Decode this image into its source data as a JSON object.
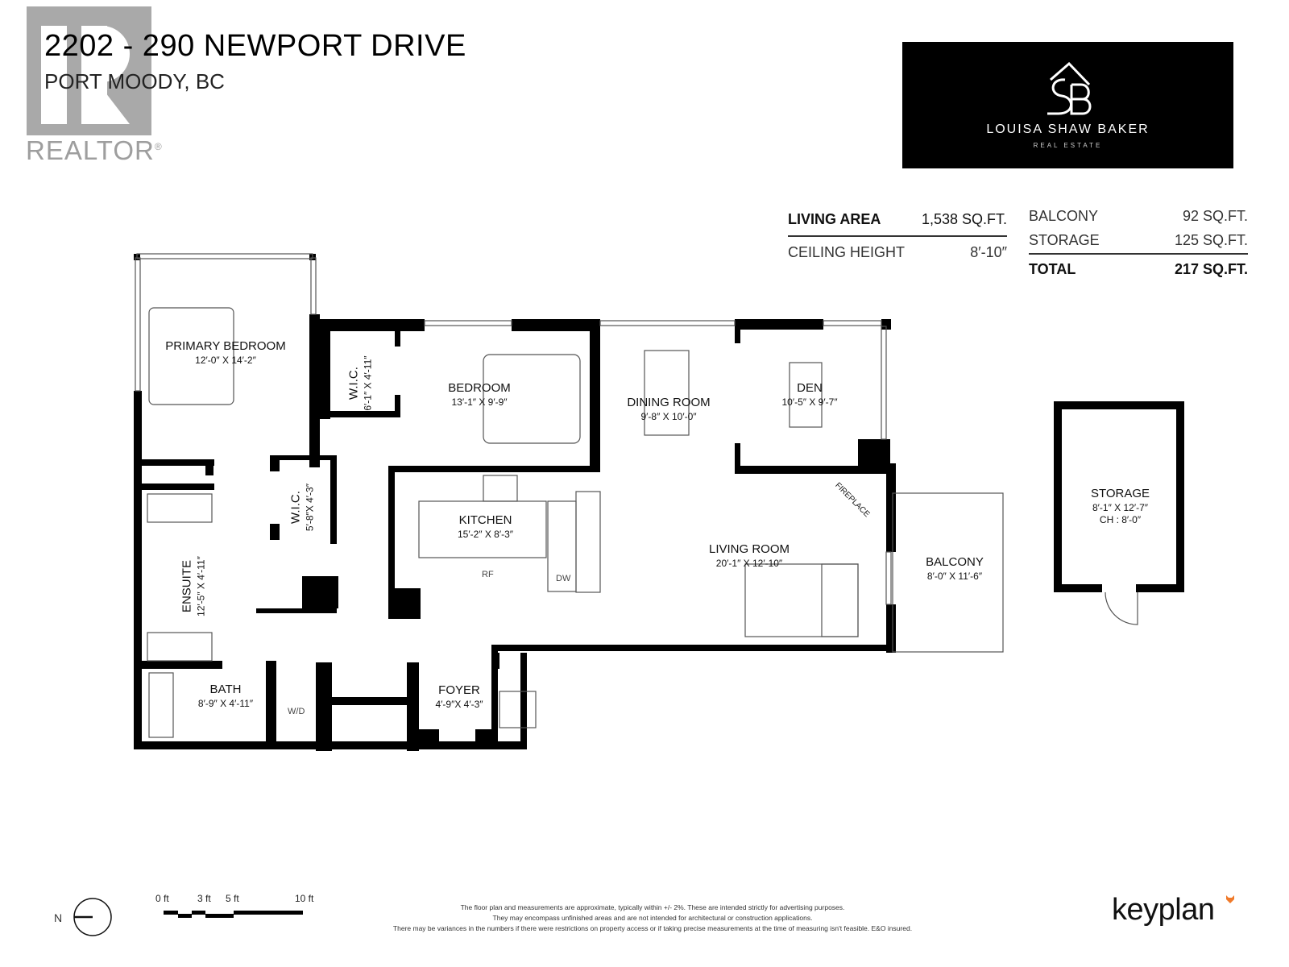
{
  "header": {
    "address": "2202 - 290 NEWPORT DRIVE",
    "city": "PORT MOODY, BC"
  },
  "realtor_logo": {
    "label": "REALTOR",
    "mark": "®",
    "color": "#a9a9a9"
  },
  "brand": {
    "monogram": "SB",
    "name": "LOUISA SHAW BAKER",
    "tagline": "REAL ESTATE",
    "background": "#000000"
  },
  "area_summary": {
    "living_area": {
      "label": "LIVING AREA",
      "value": "1,538 SQ.FT."
    },
    "ceiling_height": {
      "label": "CEILING HEIGHT",
      "value": "8′-10″"
    },
    "balcony": {
      "label": "BALCONY",
      "value": "92 SQ.FT."
    },
    "storage": {
      "label": "STORAGE",
      "value": "125 SQ.FT."
    },
    "total": {
      "label": "TOTAL",
      "value": "217 SQ.FT."
    }
  },
  "rooms": [
    {
      "name": "PRIMARY BEDROOM",
      "dims": "12′-0″  X  14′-2″"
    },
    {
      "name": "W.I.C.",
      "dims": "6′-1″ X 4′-11″"
    },
    {
      "name": "BEDROOM",
      "dims": "13′-1″  X  9′-9″"
    },
    {
      "name": "DINING ROOM",
      "dims": "9′-8″  X  10′-0″"
    },
    {
      "name": "DEN",
      "dims": "10′-5″  X  9′-7″"
    },
    {
      "name": "W.I.C.",
      "dims": "5′-8″X 4′-3″"
    },
    {
      "name": "KITCHEN",
      "dims": "15′-2″  X  8′-3″"
    },
    {
      "name": "LIVING ROOM",
      "dims": "20′-1″  X  12′-10″"
    },
    {
      "name": "ENSUITE",
      "dims": "12′-5″  X  4′-11″"
    },
    {
      "name": "BALCONY",
      "dims": "8′-0″  X  11′-6″"
    },
    {
      "name": "BATH",
      "dims": "8′-9″ X 4′-11″"
    },
    {
      "name": "FOYER",
      "dims": "4′-9″X 4′-3″"
    },
    {
      "name": "STORAGE",
      "dims": "8′-1″  X  12′-7″",
      "extra": "CH : 8′-0″"
    }
  ],
  "fixtures": {
    "fireplace": "FIREPLACE",
    "refrigerator": "RF",
    "dishwasher": "DW",
    "washer_dryer": "W/D"
  },
  "compass": {
    "label": "N"
  },
  "scale_bar": {
    "ticks": [
      "0 ft",
      "3 ft",
      "5 ft",
      "10 ft"
    ]
  },
  "disclaimer": [
    "The floor plan and measurements are approximate, typically within +/- 2%. These are intended strictly for advertising purposes.",
    "They may encompass unfinished areas and are not intended for architectural or construction applications.",
    "There may be variances in the numbers if there were restrictions on property access or if taking precise measurements at the time of measuring isn't feasible. E&O insured."
  ],
  "keyplan": {
    "label": "keyplan",
    "accent": "#f07a2a"
  }
}
